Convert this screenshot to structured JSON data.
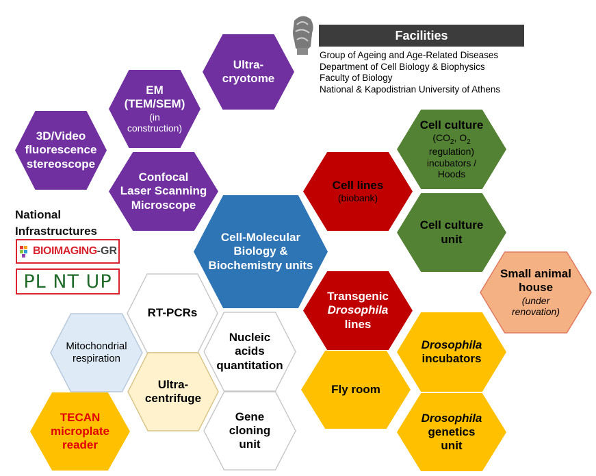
{
  "header": {
    "title": "Facilities",
    "affiliation": [
      "Group of Ageing and Age-Related Diseases",
      "Department of Cell Biology & Biophysics",
      "Faculty of Biology",
      "National & Kapodistrian University of Athens"
    ]
  },
  "national": {
    "title_line1": "National",
    "title_line2": "Infrastructures",
    "logo1_text": "BIOIMAGING",
    "logo1_suffix": "-GR",
    "logo2_text": "PL NT UP"
  },
  "hexes": {
    "ultracryotome": {
      "line1": "Ultra-",
      "line2": "cryotome",
      "color": "#7030a0"
    },
    "em": {
      "line1": "EM",
      "line2": "(TEM/SEM)",
      "line3": "(in",
      "line4": "construction)",
      "color": "#7030a0"
    },
    "stereoscope": {
      "line1": "3D/Video",
      "line2": "fluorescence",
      "line3": "stereoscope",
      "color": "#7030a0"
    },
    "confocal": {
      "line1": "Confocal",
      "line2": "Laser Scanning",
      "line3": "Microscope",
      "color": "#7030a0"
    },
    "cellmol": {
      "line1": "Cell-Molecular",
      "line2": "Biology &",
      "line3": "Biochemistry units",
      "color": "#2e75b6"
    },
    "celllines": {
      "line1": "Cell lines",
      "line2": "(biobank)",
      "color": "#c00000"
    },
    "cellculture_inc": {
      "line1": "Cell culture",
      "line2a": "(CO",
      "line2b": ", O",
      "line3": "regulation)",
      "line4": "incubators /",
      "line5": "Hoods",
      "color": "#548235"
    },
    "cellculture_unit": {
      "line1": "Cell culture",
      "line2": "unit",
      "color": "#548235"
    },
    "animal": {
      "line1": "Small animal",
      "line2": "house",
      "line3": "(under",
      "line4": "renovation)",
      "color": "#f4b183"
    },
    "transgenic": {
      "line1": "Transgenic",
      "line2": "Drosophila",
      "line3": "lines",
      "color": "#c00000"
    },
    "dros_inc": {
      "line1": "Drosophila",
      "line2": "incubators",
      "color": "#ffc000"
    },
    "flyroom": {
      "line1": "Fly room",
      "color": "#ffc000"
    },
    "dros_gen": {
      "line1": "Drosophila",
      "line2": "genetics",
      "line3": "unit",
      "color": "#ffc000"
    },
    "rtpcr": {
      "line1": "RT-PCRs",
      "color": "#ffffff"
    },
    "nucleic": {
      "line1": "Nucleic",
      "line2": "acids",
      "line3": "quantitation",
      "color": "#ffffff"
    },
    "mito": {
      "line1": "Mitochondrial",
      "line2": "respiration",
      "color": "#deebf7"
    },
    "ultracentrifuge": {
      "line1": "Ultra-",
      "line2": "centrifuge",
      "color": "#fff2cc"
    },
    "gene": {
      "line1": "Gene",
      "line2": "cloning",
      "line3": "unit",
      "color": "#ffffff"
    },
    "tecan": {
      "line1": "TECAN",
      "line2": "microplate",
      "line3": "reader",
      "color": "#ffc000"
    }
  }
}
